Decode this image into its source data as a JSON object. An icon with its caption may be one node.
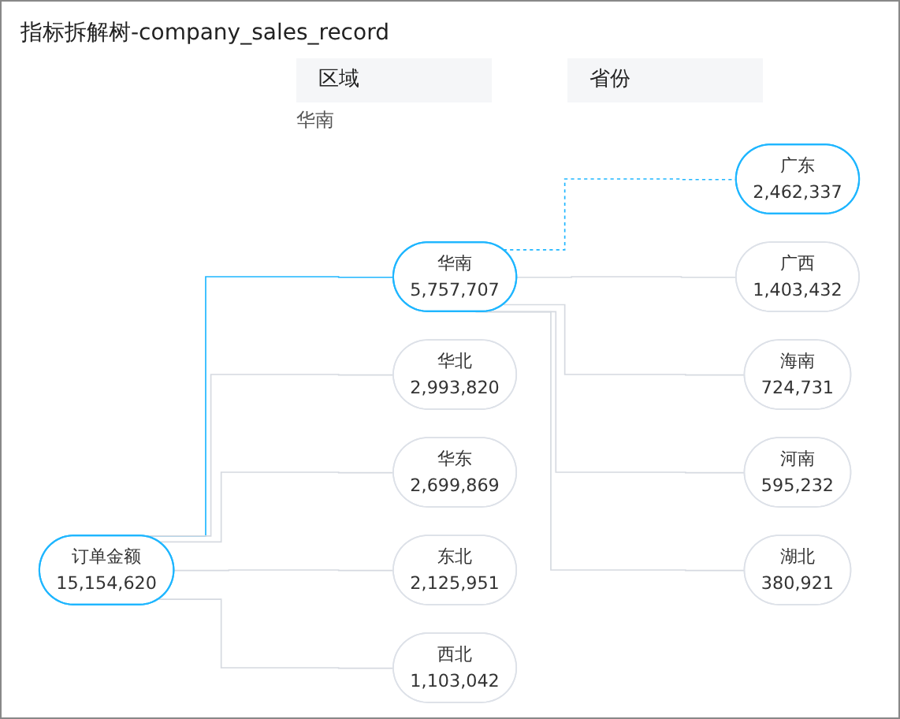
{
  "diagram": {
    "title": "指标拆解树-company_sales_record",
    "nodes": [
      {
        "text": [
          "订单金额",
          "15,154,620"
        ]
      },
      {
        "text": [
          "华南",
          "5,757,707"
        ]
      },
      {
        "text": [
          "华北",
          "2,993,820"
        ]
      },
      {
        "text": [
          "华东",
          "2,699,869"
        ]
      },
      {
        "text": [
          "东北",
          "2,125,951"
        ]
      },
      {
        "text": [
          "西北",
          "1,103,042"
        ]
      },
      {
        "text": [
          "广东",
          "2,462,337"
        ]
      },
      {
        "text": [
          "广西",
          "1,403,432"
        ]
      },
      {
        "text": [
          "海南",
          "724,731"
        ]
      },
      {
        "text": [
          "河南",
          "595,232"
        ]
      },
      {
        "text": [
          "湖北",
          "380,921"
        ]
      }
    ],
    "edges": [
      {
        "from": 0,
        "to": 1,
        "arrow": "none",
        "color": "#1fb6ff"
      },
      {
        "from": 0,
        "to": 2,
        "arrow": "none"
      },
      {
        "from": 0,
        "to": 3,
        "arrow": "none"
      },
      {
        "from": 0,
        "to": 4,
        "arrow": "none"
      },
      {
        "from": 0,
        "to": 5,
        "arrow": "none"
      },
      {
        "from": 1,
        "to": 6,
        "arrow": "none",
        "style": "dashed",
        "color": "#1fb6ff"
      },
      {
        "from": 1,
        "to": 7,
        "arrow": "none"
      },
      {
        "from": 1,
        "to": 8,
        "arrow": "none"
      },
      {
        "from": 1,
        "to": 9,
        "arrow": "none"
      },
      {
        "from": 1,
        "to": 10,
        "arrow": "none"
      }
    ],
    "labels": [
      "区域",
      "省份",
      "华南"
    ]
  }
}
